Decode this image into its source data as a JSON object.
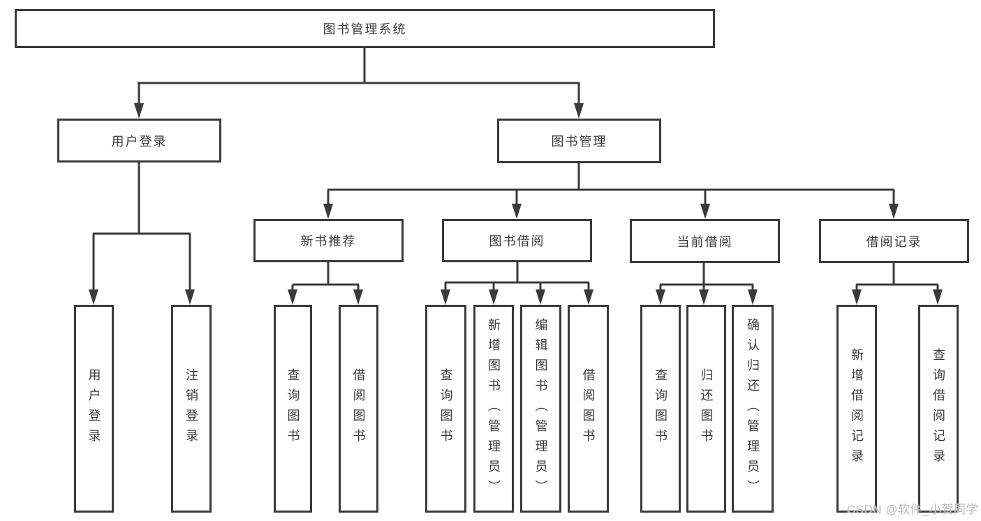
{
  "diagram_type": "hierarchy",
  "tree": {
    "root": {
      "label": "图书管理系统",
      "children": [
        {
          "label": "用户登录",
          "children": [
            {
              "label": "用户登录"
            },
            {
              "label": "注销登录"
            }
          ]
        },
        {
          "label": "图书管理",
          "children": [
            {
              "label": "新书推荐",
              "children": [
                {
                  "label": "查询图书"
                },
                {
                  "label": "借阅图书"
                }
              ]
            },
            {
              "label": "图书借阅",
              "children": [
                {
                  "label": "查询图书"
                },
                {
                  "label": "新增图书（管理员）"
                },
                {
                  "label": "编辑图书（管理员）"
                },
                {
                  "label": "借阅图书"
                }
              ]
            },
            {
              "label": "当前借阅",
              "children": [
                {
                  "label": "查询图书"
                },
                {
                  "label": "归还图书"
                },
                {
                  "label": "确认归还（管理员）"
                }
              ]
            },
            {
              "label": "借阅记录",
              "children": [
                {
                  "label": "新增借阅记录"
                },
                {
                  "label": "查询借阅记录"
                }
              ]
            }
          ]
        }
      ]
    }
  },
  "watermark": {
    "text": "CSDN @软件_小贺同学"
  },
  "colors": {
    "line": "#3a3a3a",
    "box_border": "#3a3a3a",
    "box_fill": "#ffffff",
    "text": "#3a3a3a",
    "watermark": "#b9b9b9",
    "background": "#ffffff"
  }
}
